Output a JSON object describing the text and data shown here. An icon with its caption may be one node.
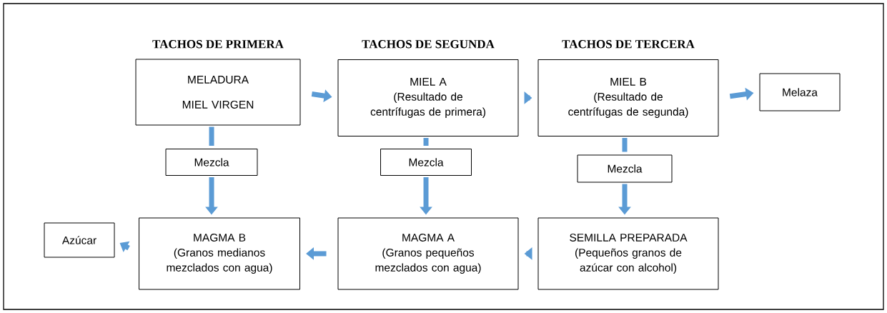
{
  "diagram": {
    "nodes": [
      {
        "text": [
          "TACHOS DE PRIMERA",
          "MELADURA",
          "MIEL VIRGEN"
        ]
      },
      {
        "text": [
          "TACHOS DE SEGUNDA",
          "MIEL A",
          "(Resultado de centrífugas de primera)"
        ]
      },
      {
        "text": [
          "TACHOS DE TERCERA",
          "MIEL B",
          "(Resultado de centrífugas de segunda)"
        ]
      },
      {
        "text": [
          "Melaza"
        ]
      },
      {
        "text": [
          "Mezcla"
        ]
      },
      {
        "text": [
          "Mezcla"
        ]
      },
      {
        "text": [
          "Mezcla"
        ]
      },
      {
        "text": [
          "Azúcar"
        ]
      },
      {
        "text": [
          "MAGMA B",
          "(Granos medianos mezclados con agua)"
        ]
      },
      {
        "text": [
          "MAGMA A",
          "(Granos pequeños mezclados con agua)"
        ]
      },
      {
        "text": [
          "SEMILLA PREPARADA",
          "(Pequeños granos de azúcar con alcohol)"
        ]
      }
    ],
    "edges": [
      {
        "from": 0,
        "to": 1,
        "arrow": "to"
      },
      {
        "from": 1,
        "to": 2,
        "arrow": "to"
      },
      {
        "from": 2,
        "to": 3,
        "arrow": "to"
      },
      {
        "from": 0,
        "to": 4,
        "arrow": "none"
      },
      {
        "from": 4,
        "to": 8,
        "arrow": "to"
      },
      {
        "from": 1,
        "to": 5,
        "arrow": "none"
      },
      {
        "from": 5,
        "to": 9,
        "arrow": "to"
      },
      {
        "from": 2,
        "to": 6,
        "arrow": "none"
      },
      {
        "from": 6,
        "to": 10,
        "arrow": "to"
      },
      {
        "from": 10,
        "to": 9,
        "arrow": "to"
      },
      {
        "from": 9,
        "to": 8,
        "arrow": "to"
      },
      {
        "from": 8,
        "to": 7,
        "arrow": "to"
      }
    ]
  }
}
